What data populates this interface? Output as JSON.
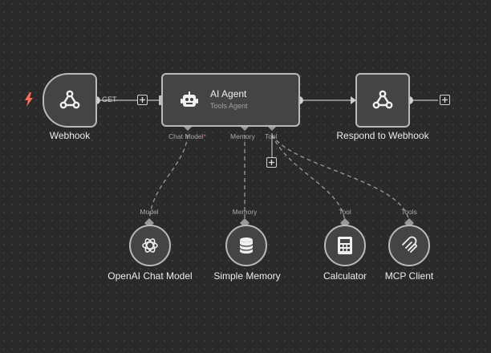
{
  "trigger": {
    "label": "Webhook",
    "method": "GET",
    "icon": "webhook-icon",
    "trigger_icon": "lightning-bolt-icon"
  },
  "agent": {
    "title": "AI Agent",
    "subtitle": "Tools Agent",
    "icon": "robot-icon",
    "inputs": {
      "chat_model": "Chat Model",
      "chat_model_required": "*",
      "memory": "Memory",
      "tool": "Tool"
    }
  },
  "respond": {
    "label": "Respond to Webhook",
    "icon": "webhook-icon"
  },
  "subnodes": [
    {
      "label": "OpenAI Chat Model",
      "connector": "Model",
      "icon": "openai-icon"
    },
    {
      "label": "Simple Memory",
      "connector": "Memory",
      "icon": "database-icon"
    },
    {
      "label": "Calculator",
      "connector": "Tool",
      "icon": "calculator-icon"
    },
    {
      "label": "MCP Client",
      "connector": "Tools",
      "icon": "mcp-icon"
    }
  ],
  "colors": {
    "canvas": "#2a2a2a",
    "node_fill": "#444444",
    "node_border": "#b9b9b9",
    "trigger_accent": "#ff6d5a"
  }
}
